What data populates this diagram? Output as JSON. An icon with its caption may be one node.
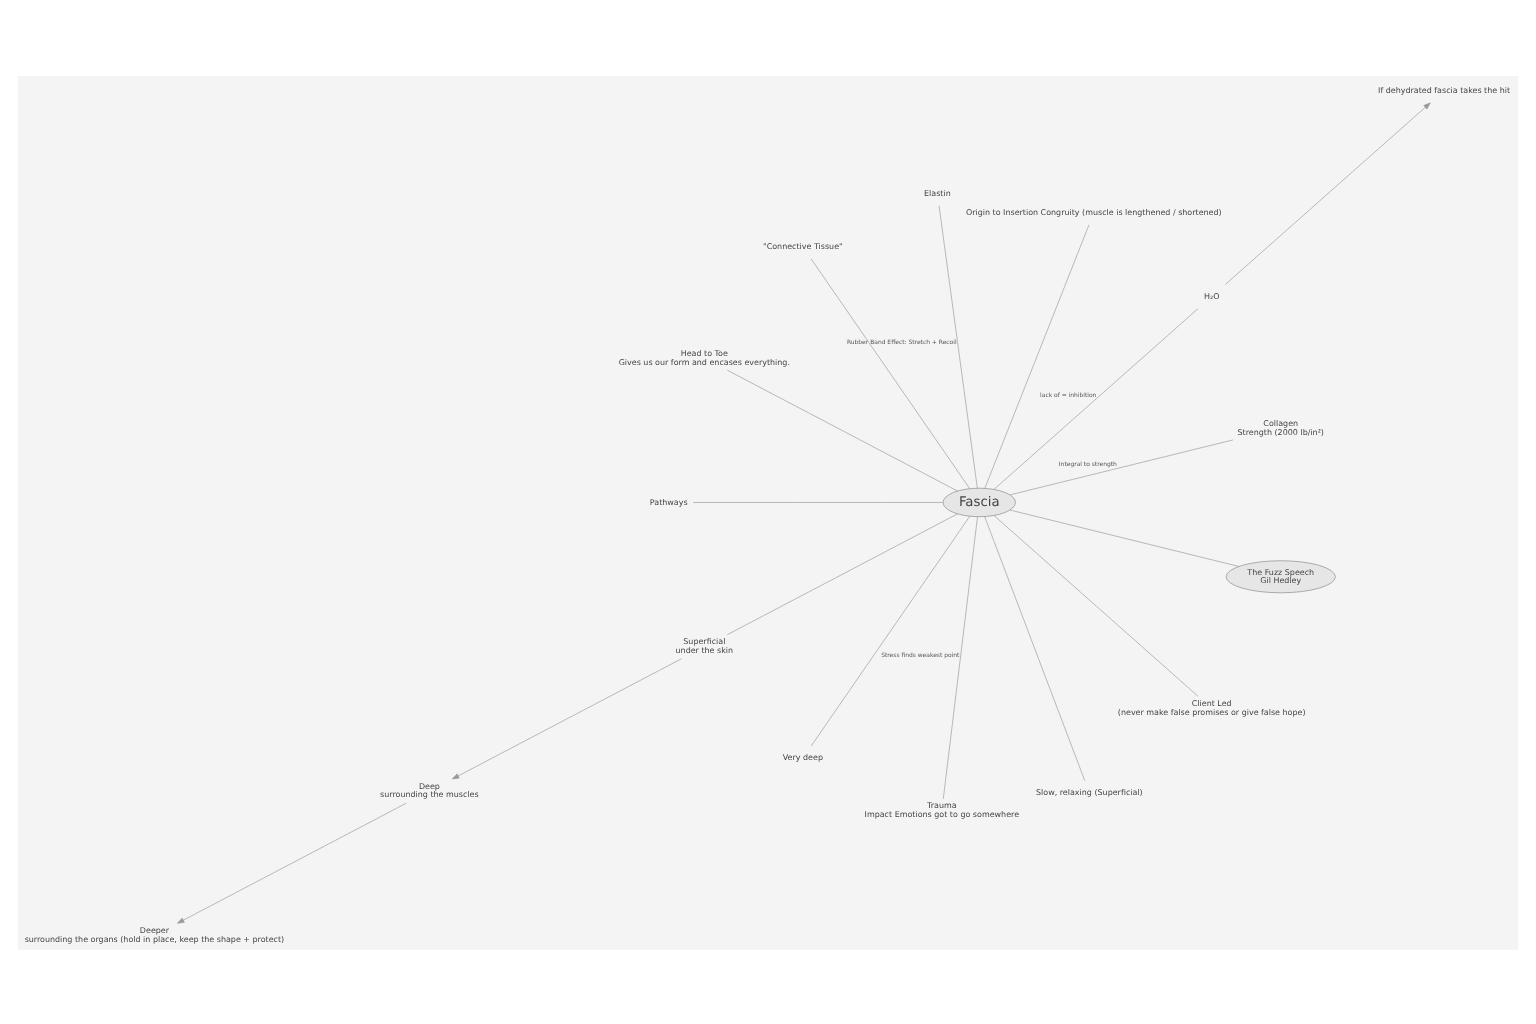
{
  "diagram": {
    "nodes": [
      {
        "text": [
          "Fascia"
        ]
      },
      {
        "text": [
          "Collagen"
        ],
        "beside": [
          "Strength (2000 lb/in²)"
        ]
      },
      {
        "text": [
          "If dehydrated fascia takes the hit"
        ]
      },
      {
        "text": [
          "H₂O"
        ]
      },
      {
        "text": [
          "Origin to Insertion Congruity (muscle is lengthened / shortened)"
        ]
      },
      {
        "text": [
          "Elastin"
        ]
      },
      {
        "text": [
          "\"Connective Tissue\""
        ]
      },
      {
        "text": [
          "Head to Toe",
          "Gives us our form and encases everything."
        ]
      },
      {
        "text": [
          "Pathways"
        ]
      },
      {
        "text": [
          "Superficial",
          "under the skin"
        ]
      },
      {
        "text": [
          "Deep",
          "surrounding the muscles"
        ]
      },
      {
        "text": [
          "Deeper",
          "surrounding the organs (hold in place, keep the shape + protect)"
        ]
      },
      {
        "text": [
          "Very deep"
        ]
      },
      {
        "text": [
          "Trauma",
          "Impact Emotions got to go somewhere"
        ]
      },
      {
        "text": [
          "Slow, relaxing (Superficial)"
        ]
      },
      {
        "text": [
          "Client Led",
          "(never make false promises or give false hope)"
        ]
      },
      {
        "text": [
          "The Fuzz Speech",
          "Gil Hedley"
        ]
      }
    ],
    "edges": [
      {
        "from": 0,
        "to": 1,
        "arrow": "none",
        "label": "Integral to strength"
      },
      {
        "from": 3,
        "to": 2,
        "arrow": "to"
      },
      {
        "from": 0,
        "to": 3,
        "arrow": "none",
        "label": "lack of = inhibition"
      },
      {
        "from": 0,
        "to": 4,
        "arrow": "none"
      },
      {
        "from": 0,
        "to": 5,
        "arrow": "none",
        "label": "Rubber Band Effect: Stretch + Recoil"
      },
      {
        "from": 0,
        "to": 6,
        "arrow": "none"
      },
      {
        "from": 0,
        "to": 7,
        "arrow": "none"
      },
      {
        "from": 0,
        "to": 8,
        "arrow": "none"
      },
      {
        "from": 0,
        "to": 9,
        "arrow": "none"
      },
      {
        "from": 9,
        "to": 10,
        "arrow": "to"
      },
      {
        "from": 10,
        "to": 11,
        "arrow": "to"
      },
      {
        "from": 0,
        "to": 12,
        "arrow": "none"
      },
      {
        "from": 0,
        "to": 13,
        "arrow": "none",
        "label": "Stress finds weakest point"
      },
      {
        "from": 0,
        "to": 14,
        "arrow": "none"
      },
      {
        "from": 0,
        "to": 15,
        "arrow": "none"
      },
      {
        "from": 0,
        "to": 16,
        "arrow": "none"
      }
    ]
  }
}
